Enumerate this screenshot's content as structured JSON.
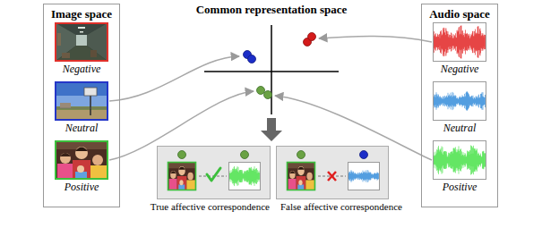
{
  "diagram": {
    "nodes": [
      {
        "text": [
          "Image space"
        ]
      },
      {
        "text": [
          "Negative"
        ],
        "in": 0
      },
      {
        "text": [
          "Neutral"
        ],
        "in": 0
      },
      {
        "text": [
          "Positive"
        ],
        "in": 0
      },
      {
        "text": [
          "Audio space"
        ]
      },
      {
        "text": [
          "Negative"
        ],
        "in": 4
      },
      {
        "text": [
          "Neutral"
        ],
        "in": 4
      },
      {
        "text": [
          "Positive"
        ],
        "in": 4
      },
      {
        "text": [
          "True affective correspondence"
        ]
      },
      {
        "text": [
          "False affective correspondence"
        ]
      }
    ],
    "labels": [
      "Common representation space"
    ]
  }
}
